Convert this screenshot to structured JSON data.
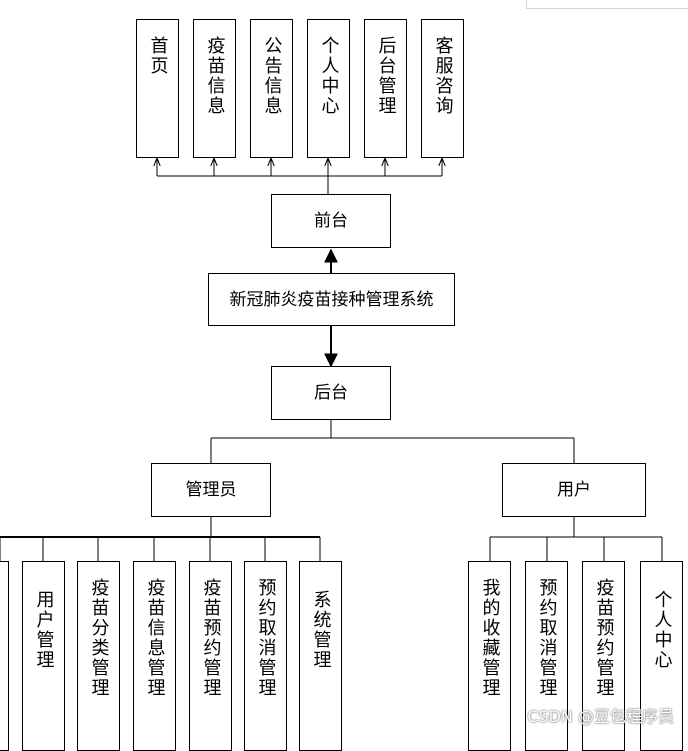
{
  "system": "新冠肺炎疫苗接种管理系统",
  "front": {
    "label": "前台",
    "modules": [
      "首页",
      "疫苗信息",
      "公告信息",
      "个人中心",
      "后台管理",
      "客服咨询"
    ]
  },
  "back": {
    "label": "后台",
    "admin": {
      "label": "管理员",
      "modules": [
        "",
        "用户管理",
        "疫苗分类管理",
        "疫苗信息管理",
        "疫苗预约管理",
        "预约取消管理",
        "系统管理"
      ]
    },
    "user": {
      "label": "用户",
      "modules": [
        "我的收藏管理",
        "预约取消管理",
        "疫苗预约管理",
        "个人中心"
      ]
    }
  },
  "watermark": "CSDN @豆包程序员"
}
